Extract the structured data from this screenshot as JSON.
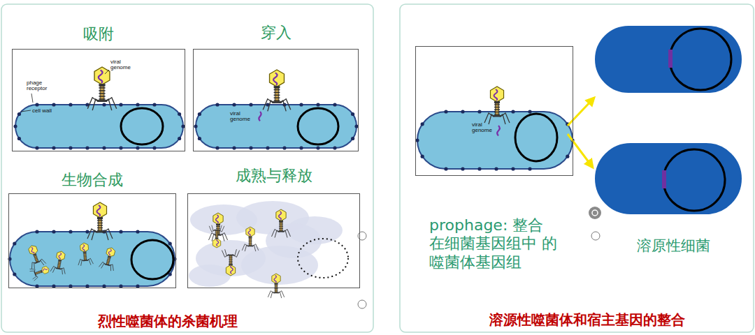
{
  "diagram": {
    "nodes": [
      {
        "text": [
          "吸附",
          "viral genome",
          "phage receptor",
          "cell wall"
        ]
      },
      {
        "text": [
          "穿入",
          "viral genome"
        ]
      },
      {
        "text": [
          "生物合成"
        ]
      },
      {
        "text": [
          "成熟与释放"
        ]
      },
      {
        "text": [
          "viral genome"
        ]
      }
    ],
    "labels": [
      "prophage: 整合 在细菌基因组中 的噬菌体基因组",
      "溶原性细菌",
      "烈性噬菌体的杀菌机理",
      "溶源性噬菌体和宿主基因的整合"
    ]
  }
}
